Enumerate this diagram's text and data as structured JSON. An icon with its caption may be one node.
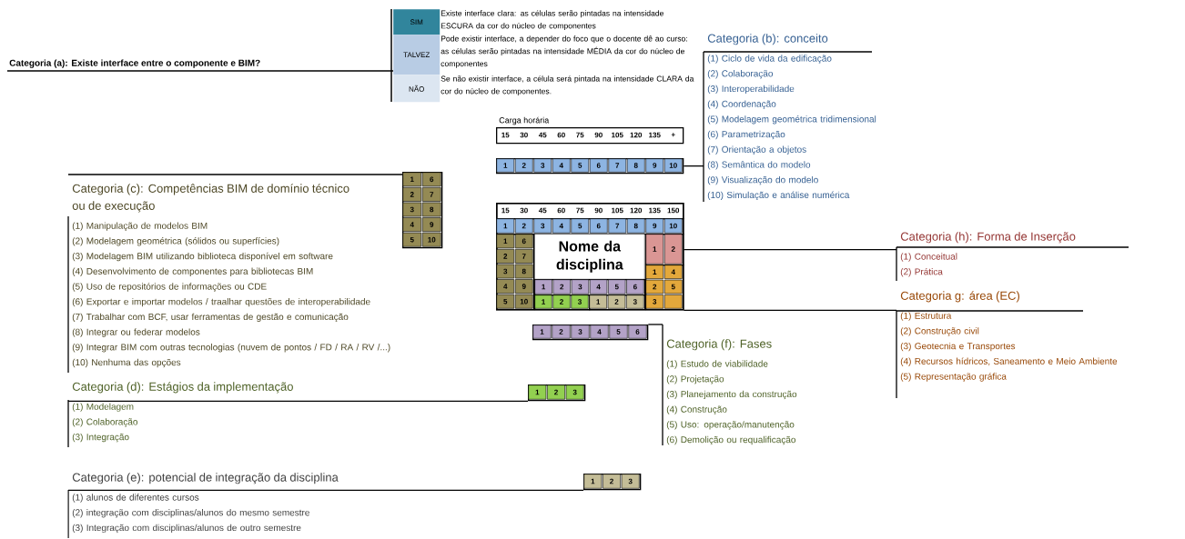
{
  "diagram": {
    "nodes": [
      {
        "text": [
          "Categoria (a): Existe interface entre o componente e BIM?"
        ]
      },
      {
        "text": [
          "SIM"
        ],
        "beside": [
          "Existe interface clara: as células serão pintadas na intensidade ESCURA da cor do núcleo de componentes"
        ]
      },
      {
        "text": [
          "TALVEZ"
        ],
        "beside": [
          "Pode existir interface, a depender do foco que o docente dê ao curso: as células serão pintadas na intensidade MÉDIA da cor do núcleo de componentes"
        ]
      },
      {
        "text": [
          "NÃO"
        ],
        "beside": [
          "Se não existir interface, a célula será pintada na intensidade CLARA da cor do núcleo de componentes."
        ]
      },
      {
        "text": [
          "Categoria (b): conceito",
          "(1) Ciclo de vida da edificação",
          "(2) Colaboração",
          "(3) Interoperabilidade",
          "(4) Coordenação",
          "(5) Modelagem geométrica tridimensional",
          "(6) Parametrização",
          "(7) Orientação a objetos",
          "(8) Semântica do modelo",
          "(9) Visualização do modelo",
          "(10) Simulação e análise numérica"
        ]
      },
      {
        "text": [
          "15",
          "30",
          "45",
          "60",
          "75",
          "90",
          "105",
          "120",
          "135",
          "+"
        ],
        "beside": [
          "Carga horária"
        ]
      },
      {
        "text": [
          "1",
          "2",
          "3",
          "4",
          "5",
          "6",
          "7",
          "8",
          "9",
          "10"
        ]
      },
      {
        "text": [
          "Categoria (c): Competências BIM de domínio técnico ou de execução",
          "(1) Manipulação de modelos BIM",
          "(2) Modelagem geométrica (sólidos ou superfícies)",
          "(3) Modelagem BIM utilizando biblioteca disponível em software",
          "(4) Desenvolvimento de componentes para bibliotecas BIM",
          "(5) Uso de repositórios de informações ou CDE",
          "(6) Exportar e importar modelos / traalhar questões de interoperabilidade",
          "(7) Trabalhar com BCF, usar ferramentas de gestão e comunicação",
          "(8) Integrar ou federar modelos",
          "(9) Integrar BIM com outras tecnologias (nuvem de pontos / FD / RA / RV /...)",
          "(10) Nenhuma das opções"
        ]
      },
      {
        "text": [
          "1",
          "6",
          "2",
          "7",
          "3",
          "8",
          "4",
          "9",
          "5",
          "10"
        ]
      },
      {
        "text": [],
        "shape": "box"
      },
      {
        "text": [
          "15",
          "30",
          "45",
          "60",
          "75",
          "90",
          "105",
          "120",
          "135",
          "150"
        ],
        "in": 9
      },
      {
        "text": [
          "1",
          "2",
          "3",
          "4",
          "5",
          "6",
          "7",
          "8",
          "9",
          "10"
        ],
        "in": 9
      },
      {
        "text": [
          "1",
          "6",
          "2",
          "7",
          "3",
          "8",
          "4",
          "9",
          "5",
          "10"
        ],
        "in": 9
      },
      {
        "text": [
          "Nome da disciplina"
        ],
        "in": 9
      },
      {
        "text": [
          "1",
          "2"
        ],
        "in": 9
      },
      {
        "text": [
          "1",
          "4",
          "2",
          "5",
          "3"
        ],
        "in": 9
      },
      {
        "text": [
          "1",
          "2",
          "3",
          "4",
          "5",
          "6"
        ],
        "in": 9
      },
      {
        "text": [
          "1",
          "2",
          "3"
        ],
        "in": 9
      },
      {
        "text": [
          "1",
          "2",
          "3"
        ],
        "in": 9
      },
      {
        "text": [
          "Categoria (h): Forma de Inserção",
          "(1) Conceitual",
          "(2) Prática"
        ]
      },
      {
        "text": [
          "Categoria g: área (EC)",
          "(1) Estrutura",
          "(2) Construção civil",
          "(3) Geotecnia e Transportes",
          "(4) Recursos hídricos, Saneamento e Meio Ambiente",
          "(5) Representação gráfica"
        ]
      },
      {
        "text": [
          "1",
          "2",
          "3",
          "4",
          "5",
          "6"
        ]
      },
      {
        "text": [
          "Categoria (f): Fases",
          "(1) Estudo de viabilidade",
          "(2) Projetação",
          "(3) Planejamento da construção",
          "(4) Construção",
          "(5) Uso: operação/manutenção",
          "(6) Demolição ou requalificação"
        ]
      },
      {
        "text": [
          "Categoria (d): Estágios da implementação",
          "(1) Modelagem",
          "(2) Colaboração",
          "(3) Integração"
        ]
      },
      {
        "text": [
          "1",
          "2",
          "3"
        ]
      },
      {
        "text": [
          "Categoria (e): potencial de integração da disciplina",
          "(1) alunos de diferentes cursos",
          "(2) integração com disciplinas/alunos do mesmo semestre",
          "(3) Integração com disciplinas/alunos de outro semestre"
        ]
      },
      {
        "text": [
          "1",
          "2",
          "3"
        ]
      }
    ],
    "edges": [
      {
        "from": 0,
        "to": 2,
        "arrow": "none"
      },
      {
        "from": 6,
        "to": 4,
        "arrow": "none"
      },
      {
        "from": 7,
        "to": 8,
        "arrow": "none"
      },
      {
        "from": 14,
        "to": 19,
        "arrow": "none"
      },
      {
        "from": 15,
        "to": 20,
        "arrow": "none"
      },
      {
        "from": 21,
        "to": 22,
        "arrow": "none"
      },
      {
        "from": 23,
        "to": 24,
        "arrow": "none"
      },
      {
        "from": 25,
        "to": 26,
        "arrow": "none"
      }
    ]
  }
}
